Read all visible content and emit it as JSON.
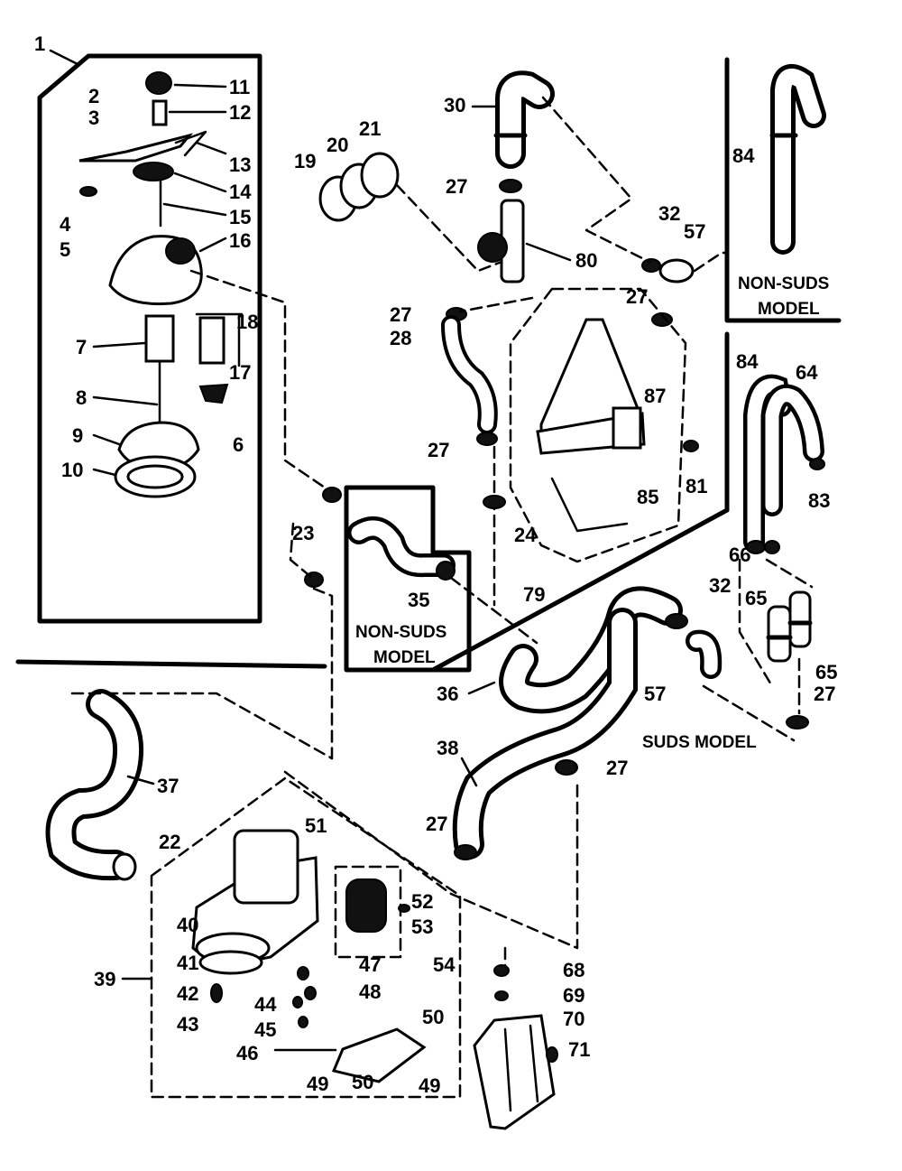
{
  "callouts": {
    "n1": "1",
    "n2": "2",
    "n3": "3",
    "n4": "4",
    "n5": "5",
    "n6": "6",
    "n7": "7",
    "n8": "8",
    "n9": "9",
    "n10": "10",
    "n11": "11",
    "n12": "12",
    "n13": "13",
    "n14": "14",
    "n15": "15",
    "n16": "16",
    "n17": "17",
    "n18": "18",
    "n19": "19",
    "n20": "20",
    "n21": "21",
    "n22": "22",
    "n23": "23",
    "n24": "24",
    "n27a": "27",
    "n27b": "27",
    "n27c": "27",
    "n27d": "27",
    "n27e": "27",
    "n27f": "27",
    "n27g": "27",
    "n28": "28",
    "n30": "30",
    "n32a": "32",
    "n32b": "32",
    "n35": "35",
    "n36": "36",
    "n37": "37",
    "n38": "38",
    "n39": "39",
    "n40": "40",
    "n41": "41",
    "n42": "42",
    "n43": "43",
    "n44": "44",
    "n45": "45",
    "n46": "46",
    "n47": "47",
    "n48": "48",
    "n49a": "49",
    "n49b": "49",
    "n50a": "50",
    "n50b": "50",
    "n51": "51",
    "n52": "52",
    "n53": "53",
    "n54": "54",
    "n57a": "57",
    "n57b": "57",
    "n64": "64",
    "n65a": "65",
    "n65b": "65",
    "n66": "66",
    "n68": "68",
    "n69": "69",
    "n70": "70",
    "n71": "71",
    "n79": "79",
    "n80": "80",
    "n81": "81",
    "n83": "83",
    "n84a": "84",
    "n84b": "84",
    "n85": "85",
    "n87": "87"
  },
  "notes": {
    "non_suds_top_line1": "NON-SUDS",
    "non_suds_top_line2": "MODEL",
    "non_suds_mid_line1": "NON-SUDS",
    "non_suds_mid_line2": "MODEL",
    "suds_model": "SUDS MODEL"
  }
}
